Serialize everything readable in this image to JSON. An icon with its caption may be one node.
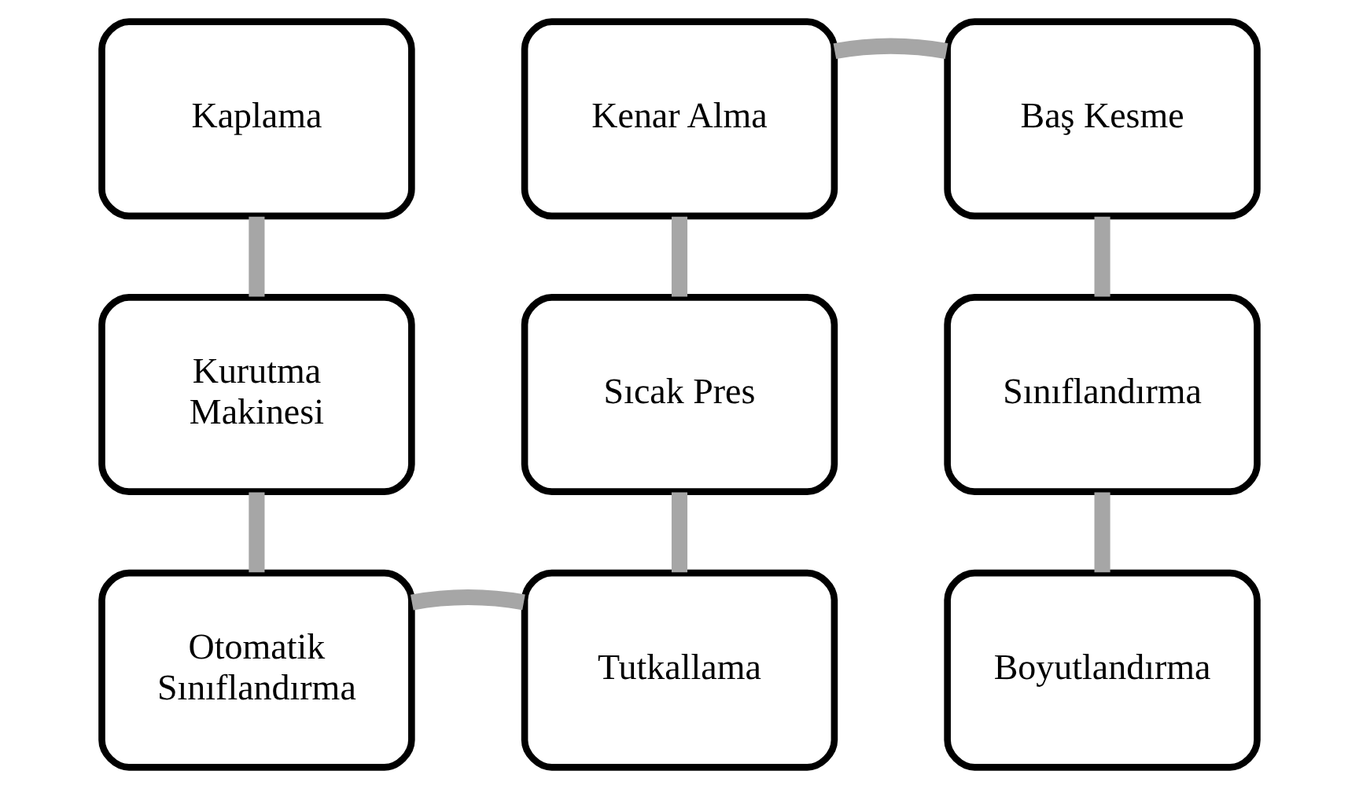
{
  "diagram": {
    "nodes": [
      {
        "text": [
          "Kaplama"
        ]
      },
      {
        "text": [
          "Kenar Alma"
        ]
      },
      {
        "text": [
          "Baş Kesme"
        ]
      },
      {
        "text": [
          "Kurutma Makinesi"
        ]
      },
      {
        "text": [
          "Sıcak Pres"
        ]
      },
      {
        "text": [
          "Sınıflandırma"
        ]
      },
      {
        "text": [
          "Otomatik Sınıflandırma"
        ]
      },
      {
        "text": [
          "Tutkallama"
        ]
      },
      {
        "text": [
          "Boyutlandırma"
        ]
      }
    ],
    "edges": [
      {
        "from": 0,
        "to": 3,
        "arrow": "none"
      },
      {
        "from": 3,
        "to": 6,
        "arrow": "none"
      },
      {
        "from": 6,
        "to": 7,
        "arrow": "none"
      },
      {
        "from": 7,
        "to": 4,
        "arrow": "none"
      },
      {
        "from": 4,
        "to": 1,
        "arrow": "none"
      },
      {
        "from": 1,
        "to": 2,
        "arrow": "none"
      },
      {
        "from": 2,
        "to": 5,
        "arrow": "none"
      },
      {
        "from": 5,
        "to": 8,
        "arrow": "none"
      }
    ]
  }
}
